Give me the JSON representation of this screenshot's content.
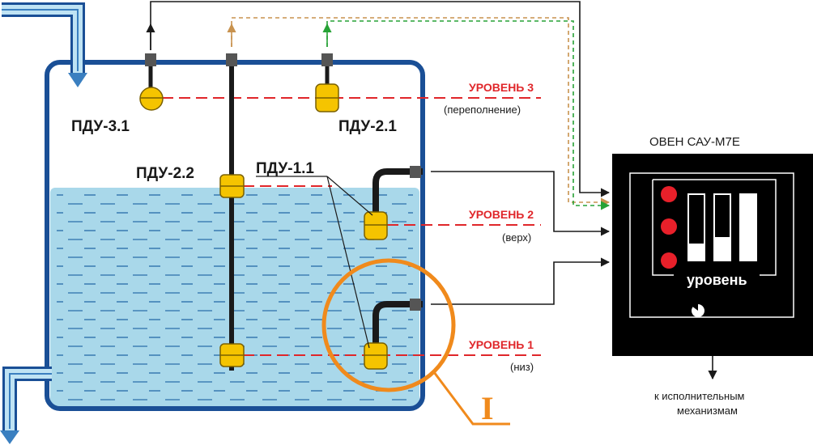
{
  "sensors": {
    "pdu_3_1": "ПДУ-3.1",
    "pdu_2_1": "ПДУ-2.1",
    "pdu_2_2": "ПДУ-2.2",
    "pdu_1_1": "ПДУ-1.1"
  },
  "levels": {
    "level3": {
      "name": "УРОВЕНЬ 3",
      "sub": "(переполнение)"
    },
    "level2": {
      "name": "УРОВЕНЬ 2",
      "sub": "(верх)"
    },
    "level1": {
      "name": "УРОВЕНЬ 1",
      "sub": "(низ)"
    }
  },
  "device": {
    "title": "ОВЕН САУ-М7Е",
    "panel_label": "уровень",
    "indicators": [
      true,
      true,
      true
    ],
    "bars": [
      0.25,
      0.35,
      1.0
    ]
  },
  "output_caption": {
    "line1": "к исполнительным",
    "line2": "механизмам"
  },
  "callout": {
    "mark": "I"
  },
  "colors": {
    "tank_border": "#1a4f96",
    "water": "#a9d8ea",
    "float": "#f5c400",
    "level_line": "#e0262a",
    "callout": "#f08a1c",
    "device_bg": "#000000",
    "led": "#e8202a",
    "pipe": "#9fd0ea",
    "wire_orange": "#c8924e",
    "wire_green": "#27a236"
  }
}
